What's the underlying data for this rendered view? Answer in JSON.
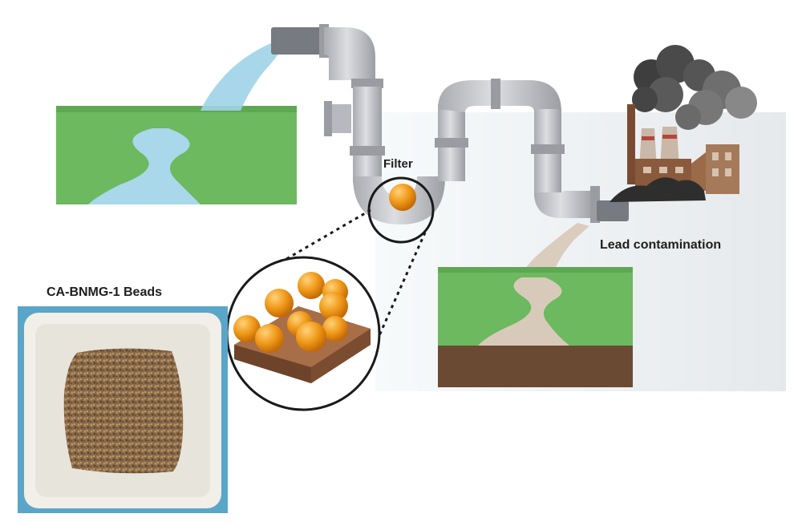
{
  "labels": {
    "filter": "Filter",
    "lead_contamination": "Lead contamination",
    "beads": "CA-BNMG-1 Beads"
  },
  "colors": {
    "grass": "#6cb95f",
    "clean_water": "#a8d8ea",
    "polluted_water": "#d8cabb",
    "soil": "#6b4a34",
    "pipe": "#c4c6cb",
    "pipe_joint": "#9a9ca1",
    "bead": "#f09a1a",
    "smoke": "#4a4a4a",
    "factory": "#8a5a3c",
    "tray_border": "#5aa6c8"
  },
  "icons": [
    "clean-river-scene",
    "water-pipe",
    "filter-bead-icon",
    "magnifier-circle",
    "bead-cluster-icon",
    "factory-icon",
    "smoke-cloud-icon",
    "polluted-river-scene",
    "bead-tray-photo"
  ]
}
